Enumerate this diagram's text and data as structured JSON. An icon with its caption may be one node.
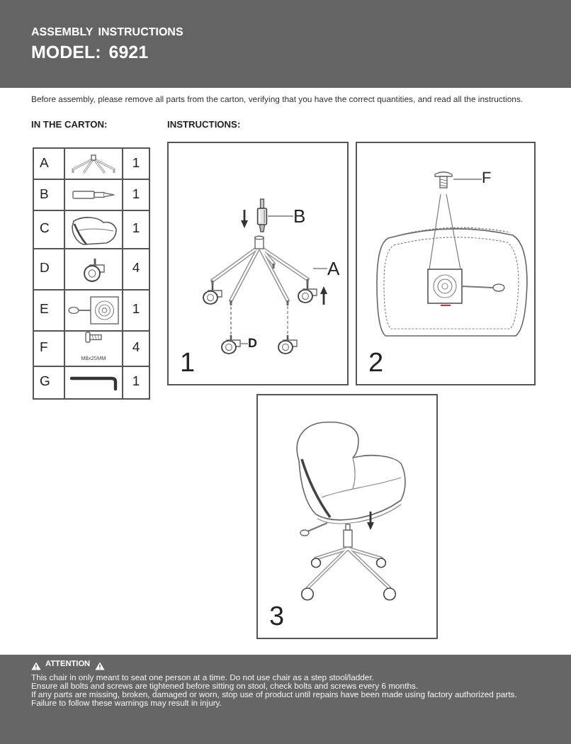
{
  "diagram": {
    "title": "ASSEMBLY INSTRUCTIONS",
    "nodes": [
      {
        "text": [
          "1"
        ]
      },
      {
        "text": [
          "B"
        ],
        "in": 0
      },
      {
        "text": [],
        "shape": "picture",
        "in": 0
      },
      {
        "text": [
          "A"
        ],
        "in": 0
      },
      {
        "text": [],
        "shape": "picture",
        "in": 0
      },
      {
        "text": [
          "D"
        ],
        "in": 0
      },
      {
        "text": [],
        "shape": "picture",
        "in": 0
      },
      {
        "text": [
          "2"
        ]
      },
      {
        "text": [
          "F"
        ],
        "in": 7
      },
      {
        "text": [],
        "shape": "picture",
        "in": 7
      },
      {
        "text": [
          "3"
        ]
      }
    ],
    "edges": [
      {
        "from": 1,
        "to": 2,
        "arrow": "none"
      },
      {
        "from": 3,
        "to": 4,
        "arrow": "none"
      },
      {
        "from": 5,
        "to": 6,
        "arrow": "none"
      },
      {
        "from": 6,
        "to": 4,
        "arrow": "none",
        "style": "dashed"
      },
      {
        "from": 8,
        "to": 9,
        "arrow": "none"
      }
    ],
    "labels": [
      "MODEL: 6921",
      "Before assembly, please remove all parts from the carton, verifying that you have the correct quantities, and read all the instructions.",
      "IN THE CARTON:",
      "INSTRUCTIONS:",
      "A",
      "1",
      "B",
      "1",
      "C",
      "1",
      "D",
      "4",
      "E",
      "1",
      "F",
      "M8x25MM",
      "4",
      "G",
      "1",
      "ATTENTION",
      "This chair in only meant to seat one person at a time. Do not use chair as a step stool/ladder.",
      "Ensure all bolts and screws are tightened before sitting on stool, check bolts and screws every 6 months.",
      "If any parts are missing, broken, damaged or worn, stop use of product until repairs have been made using factory authorized parts.",
      "Failure to follow these warnings may result in injury."
    ]
  }
}
